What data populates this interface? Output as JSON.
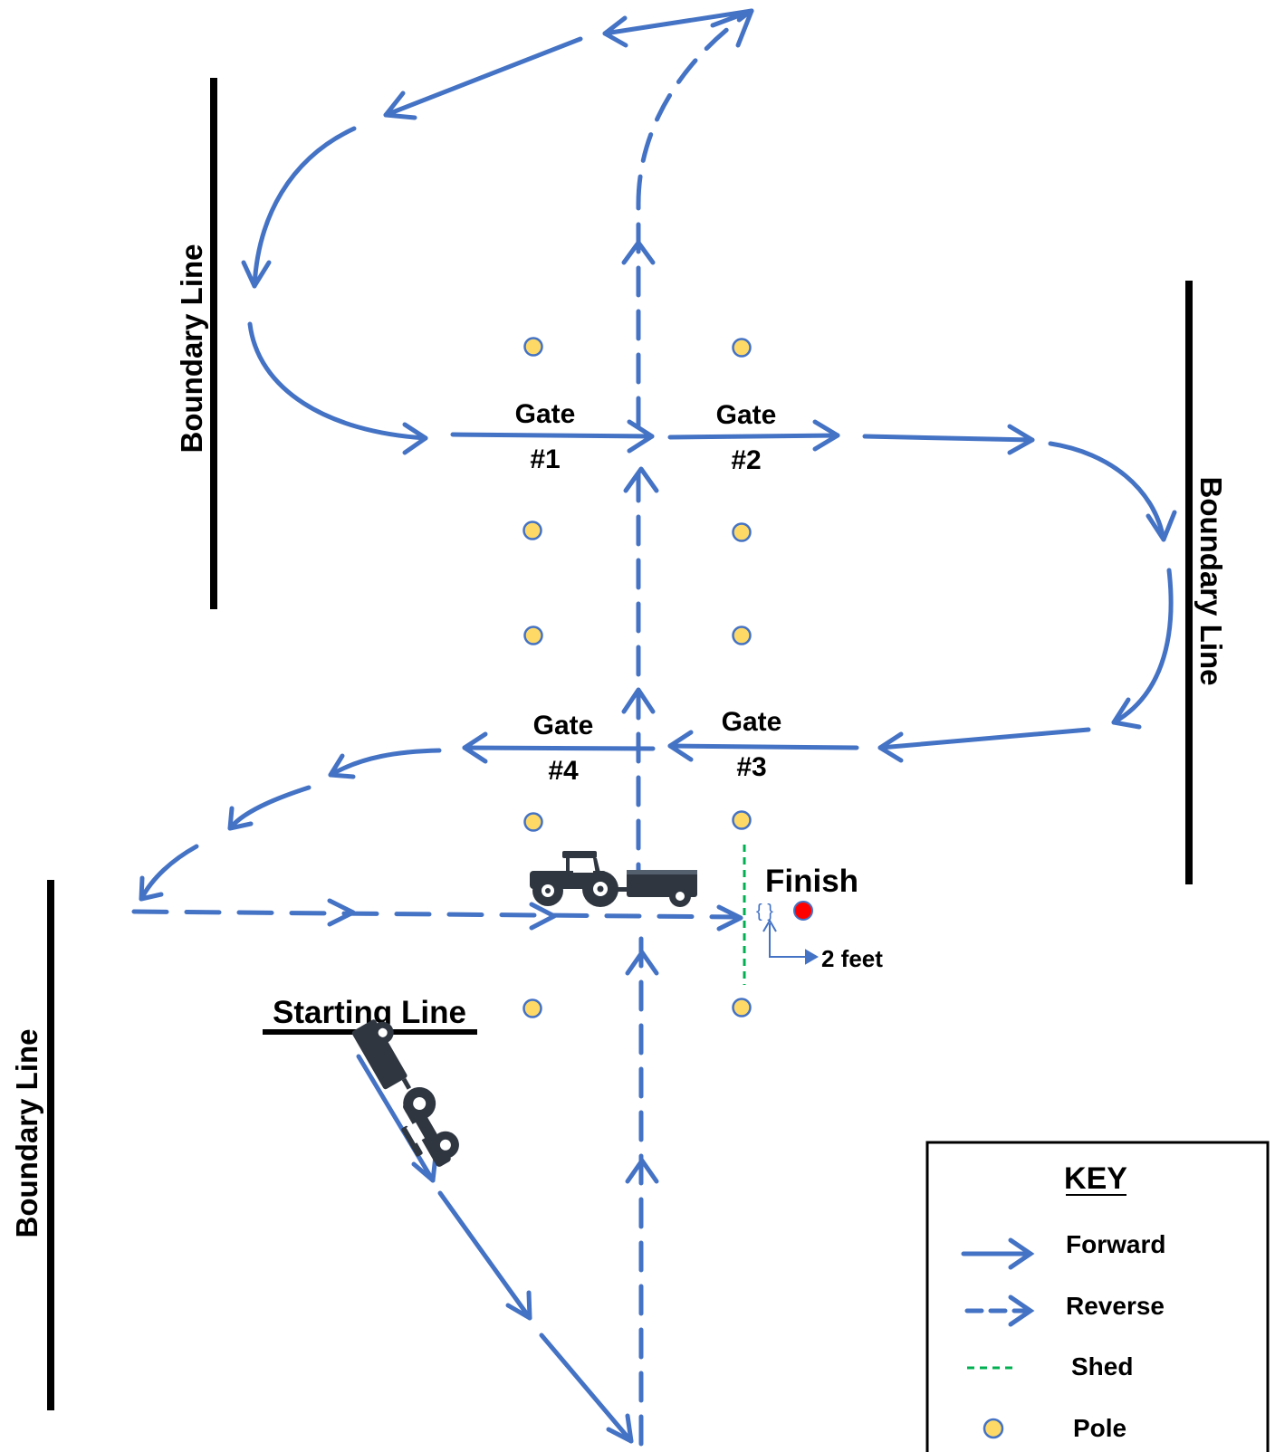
{
  "colors": {
    "path": "#4472c4",
    "boundary": "#000000",
    "pole_fill": "#ffd966",
    "pole_stroke": "#4472c4",
    "shed": "#00b050",
    "finish_marker": "#ff0000",
    "vehicle": "#2f3640"
  },
  "labels": {
    "boundary_left_top": "Boundary Line",
    "boundary_right": "Boundary Line",
    "boundary_left_bottom": "Boundary Line",
    "starting_line": "Starting Line",
    "finish": "Finish",
    "distance": "2 feet"
  },
  "gates": [
    {
      "word": "Gate",
      "number": "#1"
    },
    {
      "word": "Gate",
      "number": "#2"
    },
    {
      "word": "Gate",
      "number": "#3"
    },
    {
      "word": "Gate",
      "number": "#4"
    }
  ],
  "key": {
    "title": "KEY",
    "items": [
      {
        "label": "Forward",
        "icon": "solid-arrow-icon"
      },
      {
        "label": "Reverse",
        "icon": "dashed-arrow-icon"
      },
      {
        "label": "Shed",
        "icon": "green-dashed-line-icon"
      },
      {
        "label": "Pole",
        "icon": "pole-circle-icon"
      }
    ]
  },
  "icons": {
    "tractor": "tractor-with-trailer-icon",
    "finish_marker": "red-dot-icon"
  }
}
